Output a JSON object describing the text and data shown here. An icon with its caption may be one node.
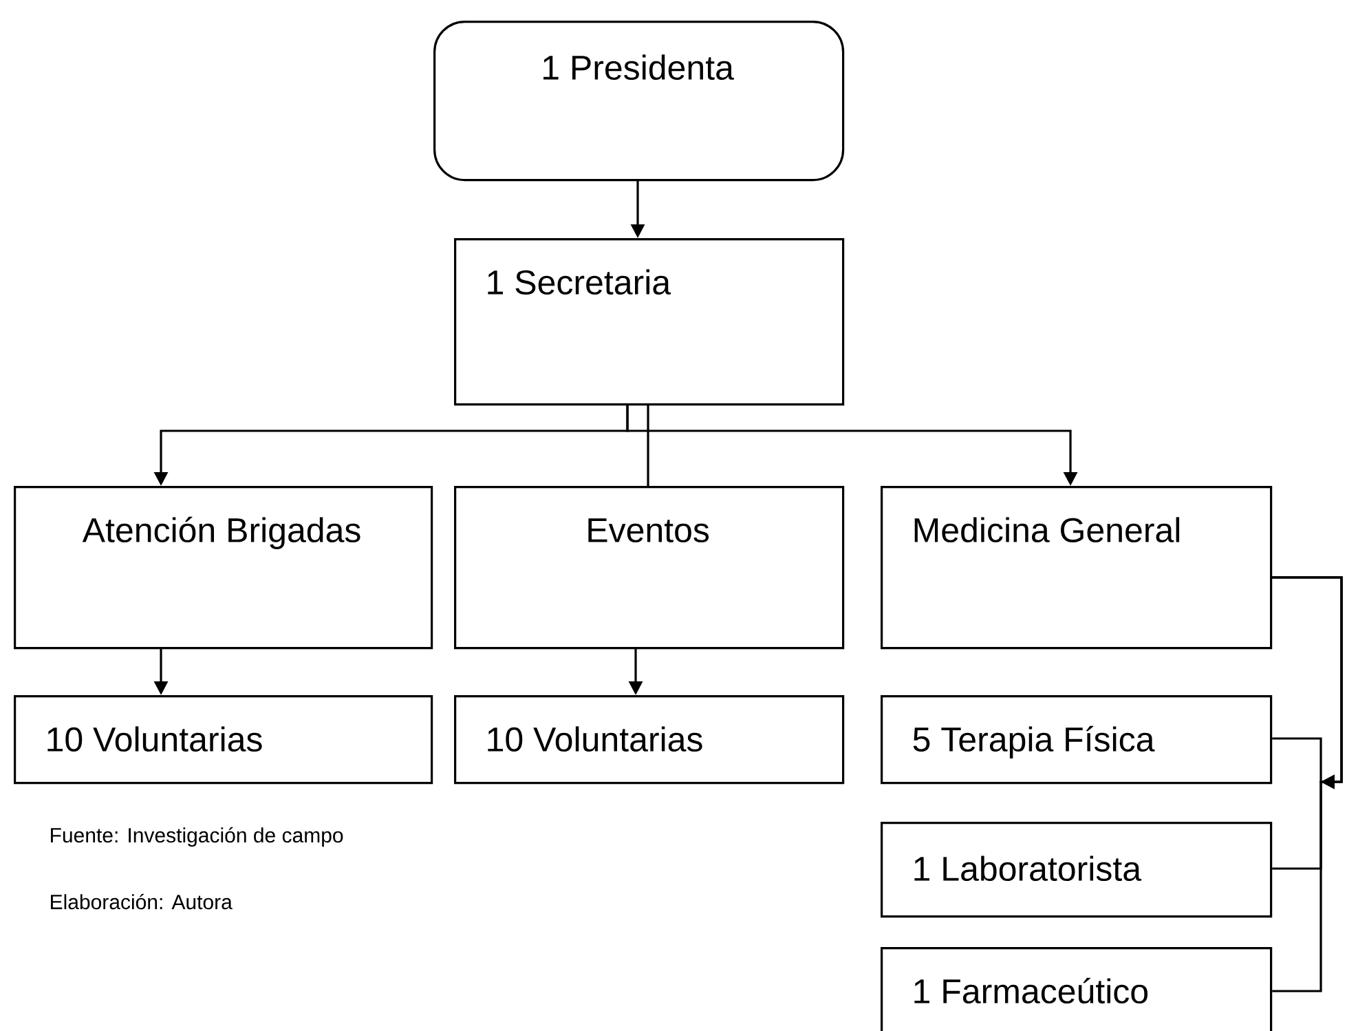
{
  "diagram": {
    "nodes": [
      {
        "text": [
          "1 Presidenta"
        ]
      },
      {
        "text": [
          "1  Secretaria"
        ]
      },
      {
        "text": [
          "Atención Brigadas"
        ]
      },
      {
        "text": [
          "Eventos"
        ]
      },
      {
        "text": [
          "Medicina General"
        ]
      },
      {
        "text": [
          "10 Voluntarias"
        ]
      },
      {
        "text": [
          "10 Voluntarias"
        ]
      },
      {
        "text": [
          "5 Terapia Física"
        ]
      },
      {
        "text": [
          "1 Laboratorista"
        ]
      },
      {
        "text": [
          "1 Farmaceútico"
        ]
      }
    ],
    "edges": [
      {
        "from": 0,
        "to": 1,
        "arrow": "to"
      },
      {
        "from": 1,
        "to": 2,
        "arrow": "to"
      },
      {
        "from": 1,
        "to": 3,
        "arrow": "none"
      },
      {
        "from": 1,
        "to": 4,
        "arrow": "to"
      },
      {
        "from": 2,
        "to": 5,
        "arrow": "to"
      },
      {
        "from": 3,
        "to": 6,
        "arrow": "to"
      },
      {
        "from": 4,
        "to": 7,
        "arrow": "to"
      },
      {
        "from": 4,
        "to": 8,
        "arrow": "to"
      },
      {
        "from": 4,
        "to": 9,
        "arrow": "to"
      }
    ],
    "labels": [
      "Fuente: Investigación de campo",
      "Elaboración:  Autora"
    ]
  }
}
